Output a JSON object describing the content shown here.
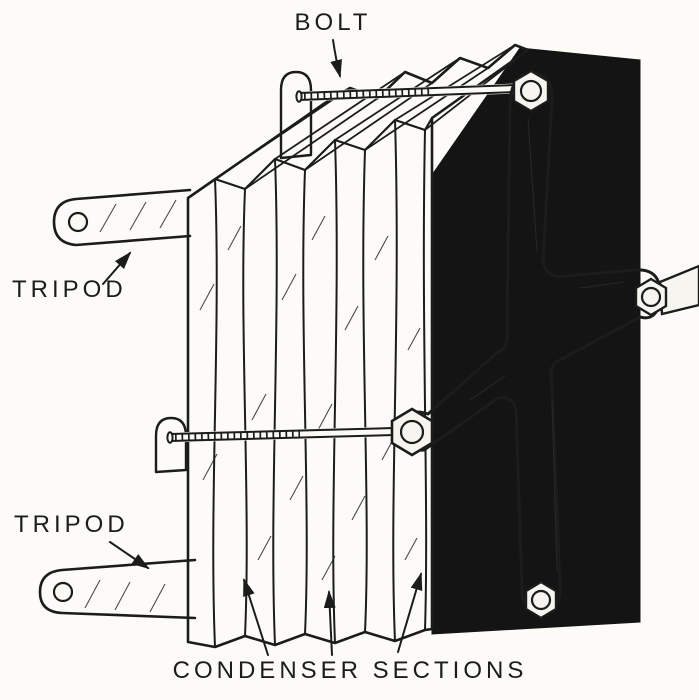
{
  "colors": {
    "paper": "#fcfbf7",
    "ink": "#1c1c1c",
    "plate": "#141414"
  },
  "labels": {
    "bolt": "BOLT",
    "tripod_upper": "TRIPOD",
    "tripod_lower": "TRIPOD",
    "condenser_sections": "CONDENSER SECTIONS"
  }
}
